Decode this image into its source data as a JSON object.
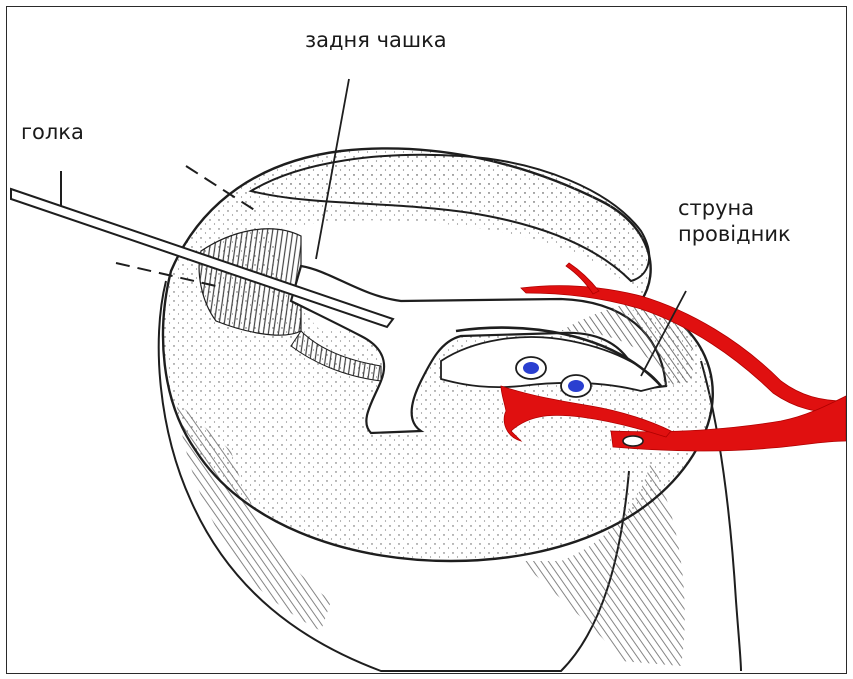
{
  "labels": {
    "needle": "голка",
    "posterior_cup": "задня чашка",
    "chorda_line1": "струна",
    "chorda_line2": "провідник"
  },
  "colors": {
    "vessel_red": "#e01010",
    "vessel_blue": "#2a3fd0",
    "ink": "#1e1e1e",
    "background": "#ffffff"
  }
}
